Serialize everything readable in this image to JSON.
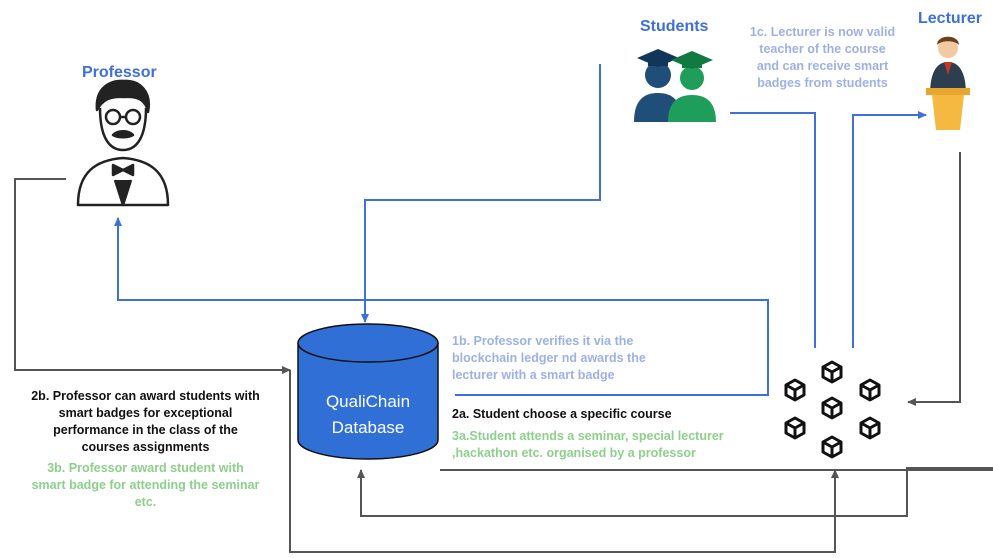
{
  "actors": {
    "professor": {
      "label": "Professor",
      "icon": "professor-icon"
    },
    "students": {
      "label": "Students",
      "icon": "students-icon"
    },
    "lecturer": {
      "label": "Lecturer",
      "icon": "lecturer-icon"
    }
  },
  "database": {
    "line1": "QualiChain",
    "line2": "Database",
    "icon": "database-icon"
  },
  "blockchain": {
    "icon": "blockchain-network-icon"
  },
  "notes": {
    "n1c": [
      "1c. Lecturer is now valid",
      "teacher of the course",
      "and can receive smart",
      "badges from students"
    ],
    "n1b": [
      "1b. Professor verifies it via the",
      "blockchain ledger nd awards the",
      "lecturer with a smart badge"
    ],
    "n2a": "2a. Student choose a specific course",
    "n3a": [
      "3a.Student attends a seminar, special lecturer",
      ",hackathon etc. organised by a professor"
    ],
    "n2b": [
      "2b. Professor can award students with",
      "smart badges for exceptional",
      "performance in the class of the",
      "courses assignments"
    ],
    "n3b": [
      "3b. Professor award student with",
      "smart badge for attending the seminar",
      "etc."
    ]
  },
  "colors": {
    "blue_line": "#3f6fd8",
    "gray_line": "#555555",
    "db_fill": "#2f6fd6",
    "title_blue": "#3f6fd8",
    "light_blue_text": "#9db1e6",
    "green_text": "#8cd08c"
  }
}
